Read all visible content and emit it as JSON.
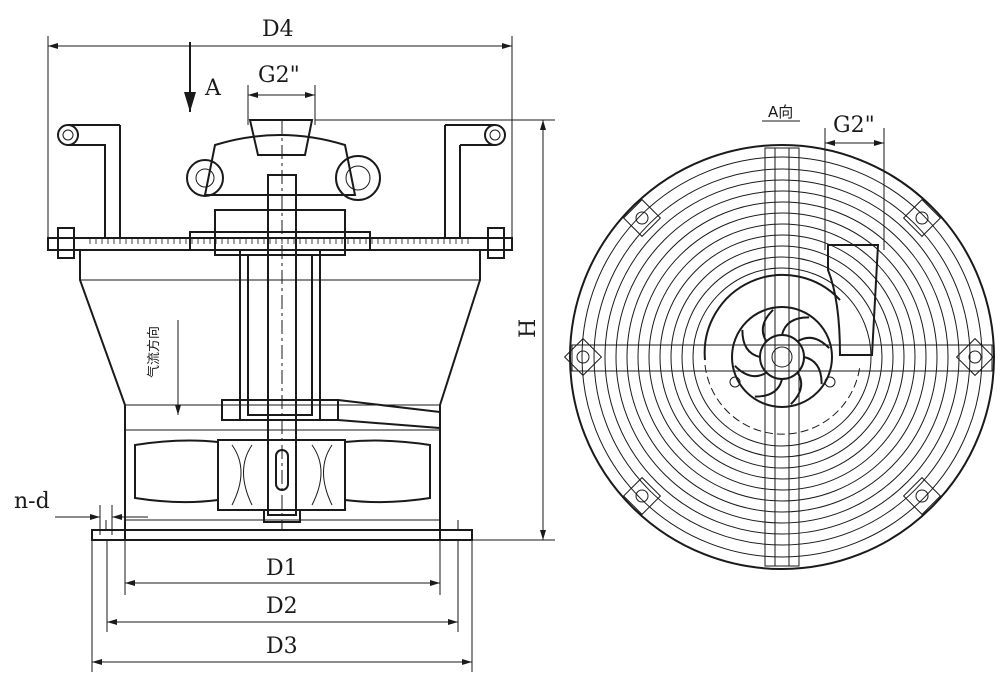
{
  "side_view": {
    "dim_d4": "D4",
    "dim_g2": "G2\"",
    "view_arrow": "A",
    "dim_h": "H",
    "dim_nd": "n-d",
    "dim_d1": "D1",
    "dim_d2": "D2",
    "dim_d3": "D3",
    "airflow_label": "气流方向"
  },
  "top_view": {
    "view_label": "A向",
    "dim_g2": "G2\""
  }
}
